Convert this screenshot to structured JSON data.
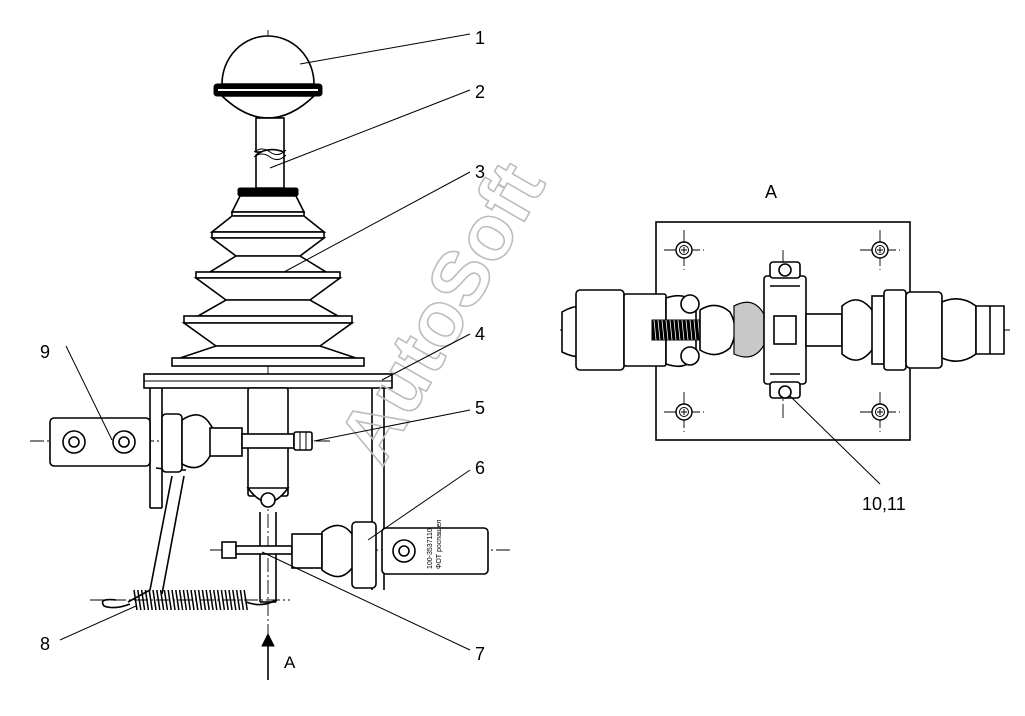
{
  "labels": {
    "l1": "1",
    "l2": "2",
    "l3": "3",
    "l4": "4",
    "l5": "5",
    "l6": "6",
    "l7": "7",
    "l8": "8",
    "l9": "9",
    "l10": "10,11"
  },
  "view_label": "A",
  "arrow_label": "A",
  "watermark": "AutoSoft",
  "cylinder_marking": "100-3537110\nФОТ роспашел"
}
